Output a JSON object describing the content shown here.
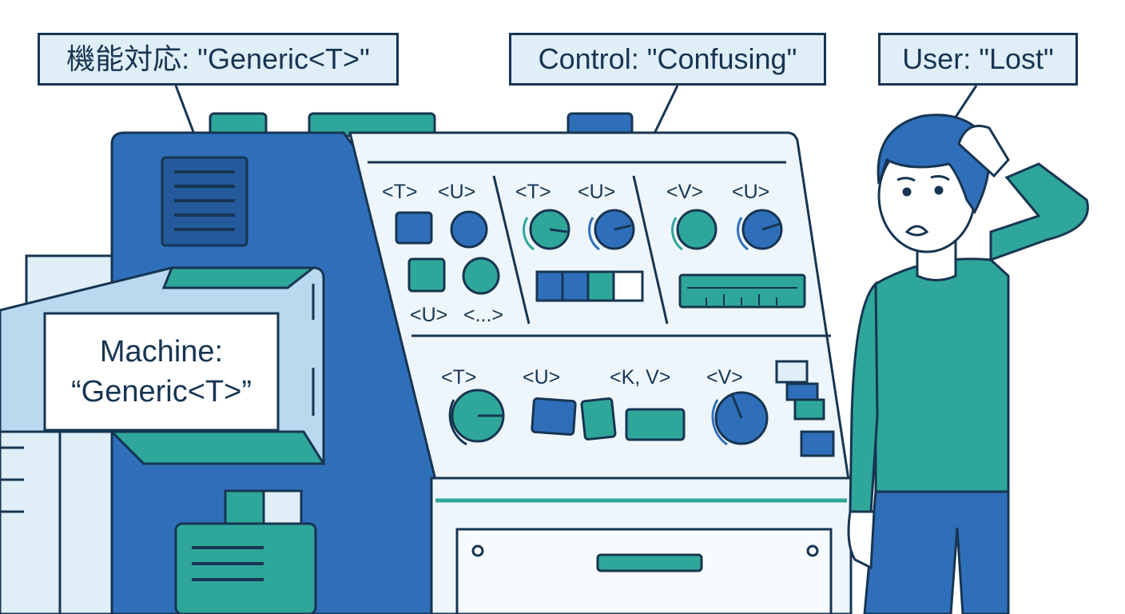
{
  "callouts": {
    "feature": "機能対応: \"Generic<T>\"",
    "control": "Control: \"Confusing\"",
    "user": "User: \"Lost\""
  },
  "machine_label": {
    "line1": "Machine:",
    "line2": "“Generic<T>”"
  },
  "panel_labels": {
    "top_left_t": "<T>",
    "top_left_u": "<U>",
    "top_mid_t": "<T>",
    "top_mid_u": "<U>",
    "top_right_v": "<V>",
    "top_right_u": "<U>",
    "bottom_left_u": "<U>",
    "bottom_left_etc": "<...>",
    "lower_t": "<T>",
    "lower_u": "<U>",
    "lower_kv": "<K, V>",
    "lower_v": "<V>"
  },
  "colors": {
    "navy": "#173552",
    "blue": "#2f6fba",
    "teal": "#2ea79a",
    "light_blue": "#dfeef7",
    "panel": "#eef6fb"
  }
}
